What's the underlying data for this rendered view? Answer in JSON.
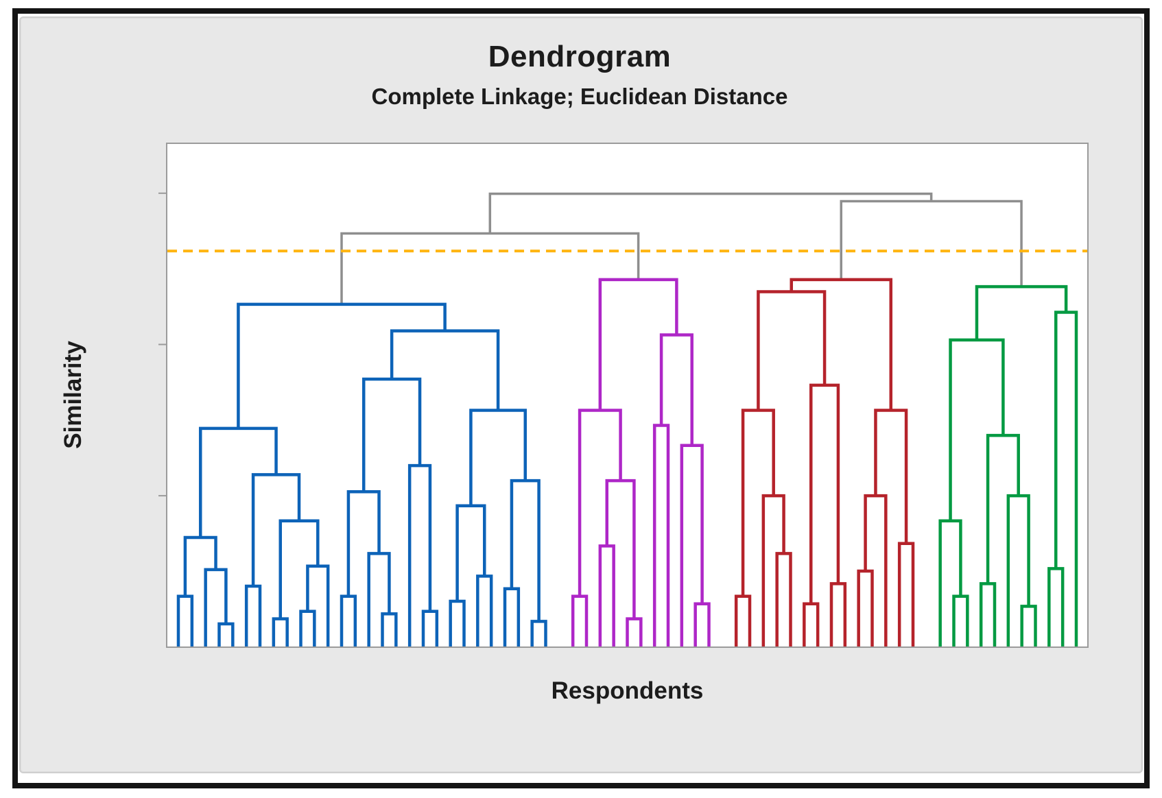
{
  "header": {
    "title": "Dendrogram",
    "subtitle": "Complete Linkage; Euclidean Distance"
  },
  "axes": {
    "y_label": "Similarity",
    "x_label": "Respondents"
  },
  "colors": {
    "page_background": "#ffffff",
    "frame": "#141414",
    "panel_background": "#e8e8e8",
    "plot_background": "#ffffff",
    "plot_border": "#9b9b9b",
    "gray_links": "#8e8e8e",
    "cutoff_line": "#ffb512",
    "cluster_blue": "#0d63b8",
    "cluster_magenta": "#ae27c7",
    "cluster_red": "#b5232b",
    "cluster_green": "#049a42"
  },
  "chart_data": {
    "type": "dendrogram",
    "title": "Dendrogram",
    "subtitle": "Complete Linkage; Euclidean Distance",
    "xlabel": "Respondents",
    "ylabel": "Similarity",
    "orientation": "leaves-at-bottom",
    "y_axis": {
      "tick_fractions_from_bottom": [
        0.3,
        0.601,
        0.902
      ],
      "numeric_labels_visible": false
    },
    "cutoff_line": {
      "height_fraction": 0.787,
      "color": "#ffb512",
      "style": "dashed"
    },
    "leaf_count": 64,
    "legend_visible": false,
    "grid_visible": false,
    "note": "Tree nodes encoded as [merge_height_fraction, left_child, right_child]; 0 = single leaf (respondent). Heights are fractions of plot height above the baseline, estimated from the figure.",
    "clusters": [
      {
        "name": "cluster-1-blue",
        "color": "#0d63b8",
        "leaves": 28,
        "tree": [
          0.681,
          [
            0.434,
            [
              0.217,
              [
                0.1,
                0,
                0
              ],
              [
                0.153,
                0,
                [
                  0.045,
                  0,
                  0
                ]
              ]
            ],
            [
              0.342,
              [
                0.12,
                0,
                0
              ],
              [
                0.25,
                [
                  0.055,
                  0,
                  0
                ],
                [
                  0.16,
                  [
                    0.07,
                    0,
                    0
                  ],
                  0
                ]
              ]
            ]
          ],
          [
            0.628,
            [
              0.532,
              [
                0.308,
                [
                  0.1,
                  0,
                  0
                ],
                [
                  0.185,
                  0,
                  [
                    0.065,
                    0,
                    0
                  ]
                ]
              ],
              [
                0.36,
                0,
                [
                  0.07,
                  0,
                  0
                ]
              ]
            ],
            [
              0.47,
              [
                0.28,
                [
                  0.09,
                  0,
                  0
                ],
                [
                  0.14,
                  0,
                  0
                ]
              ],
              [
                0.33,
                [
                  0.115,
                  0,
                  0
                ],
                [
                  0.05,
                  0,
                  0
                ]
              ]
            ]
          ]
        ]
      },
      {
        "name": "cluster-2-magenta",
        "color": "#ae27c7",
        "leaves": 11,
        "tree": [
          0.73,
          [
            0.47,
            [
              0.1,
              0,
              0
            ],
            [
              0.33,
              [
                0.2,
                0,
                0
              ],
              [
                0.055,
                0,
                0
              ]
            ]
          ],
          [
            0.62,
            [
              0.44,
              0,
              0
            ],
            [
              0.4,
              0,
              [
                0.085,
                0,
                0
              ]
            ]
          ]
        ]
      },
      {
        "name": "cluster-3-red",
        "color": "#b5232b",
        "leaves": 14,
        "tree": [
          0.73,
          [
            0.706,
            [
              0.47,
              [
                0.1,
                0,
                0
              ],
              [
                0.3,
                0,
                [
                  0.185,
                  0,
                  0
                ]
              ]
            ],
            [
              0.52,
              [
                0.085,
                0,
                0
              ],
              [
                0.125,
                0,
                0
              ]
            ]
          ],
          [
            0.47,
            [
              0.3,
              [
                0.15,
                0,
                0
              ],
              0
            ],
            [
              0.205,
              0,
              0
            ]
          ]
        ]
      },
      {
        "name": "cluster-4-green",
        "color": "#049a42",
        "leaves": 11,
        "tree": [
          0.716,
          [
            0.61,
            [
              0.25,
              0,
              [
                0.1,
                0,
                0
              ]
            ],
            [
              0.42,
              [
                0.125,
                0,
                0
              ],
              [
                0.3,
                0,
                [
                  0.08,
                  0,
                  0
                ]
              ]
            ]
          ],
          [
            0.665,
            [
              0.155,
              0,
              0
            ],
            0
          ]
        ]
      }
    ],
    "top_links": {
      "color": "#8e8e8e",
      "merges": [
        {
          "children": [
            "cluster-1-blue",
            "cluster-2-magenta"
          ],
          "height_fraction": 0.822
        },
        {
          "children": [
            "cluster-3-red",
            "cluster-4-green"
          ],
          "height_fraction": 0.886
        },
        {
          "children": [
            "merge-blue-magenta",
            "merge-red-green"
          ],
          "height_fraction": 0.901
        }
      ]
    }
  }
}
